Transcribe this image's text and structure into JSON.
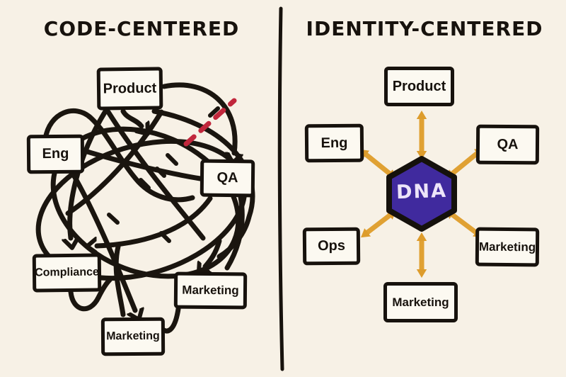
{
  "left_panel": {
    "title": "CODE-CENTERED",
    "nodes": [
      {
        "id": "product",
        "label": "Product"
      },
      {
        "id": "eng",
        "label": "Eng"
      },
      {
        "id": "qa",
        "label": "QA"
      },
      {
        "id": "compliance",
        "label": "Compliance"
      },
      {
        "id": "marketing-right",
        "label": "Marketing"
      },
      {
        "id": "marketing-bottom",
        "label": "Marketing"
      }
    ],
    "decorations": [
      "tangled-black-arrows",
      "red-dashed-line",
      "tick-marks"
    ]
  },
  "right_panel": {
    "title": "IDENTITY-CENTERED",
    "center": {
      "label": "DNA",
      "shape": "hexagon"
    },
    "nodes": [
      {
        "id": "product",
        "label": "Product"
      },
      {
        "id": "eng",
        "label": "Eng"
      },
      {
        "id": "qa",
        "label": "QA"
      },
      {
        "id": "ops",
        "label": "Ops"
      },
      {
        "id": "marketing-right",
        "label": "Marketing"
      },
      {
        "id": "marketing-bottom",
        "label": "Marketing"
      }
    ],
    "decorations": [
      "six-double-headed-orange-arrows"
    ]
  },
  "colors": {
    "background": "#f7f1e6",
    "ink": "#1a150f",
    "box_fill": "#fcf9f1",
    "hexagon_fill": "#402a9e",
    "hexagon_label": "#ece4f9",
    "arrow_orange": "#e0a133",
    "dashed_red": "#c1273c"
  }
}
